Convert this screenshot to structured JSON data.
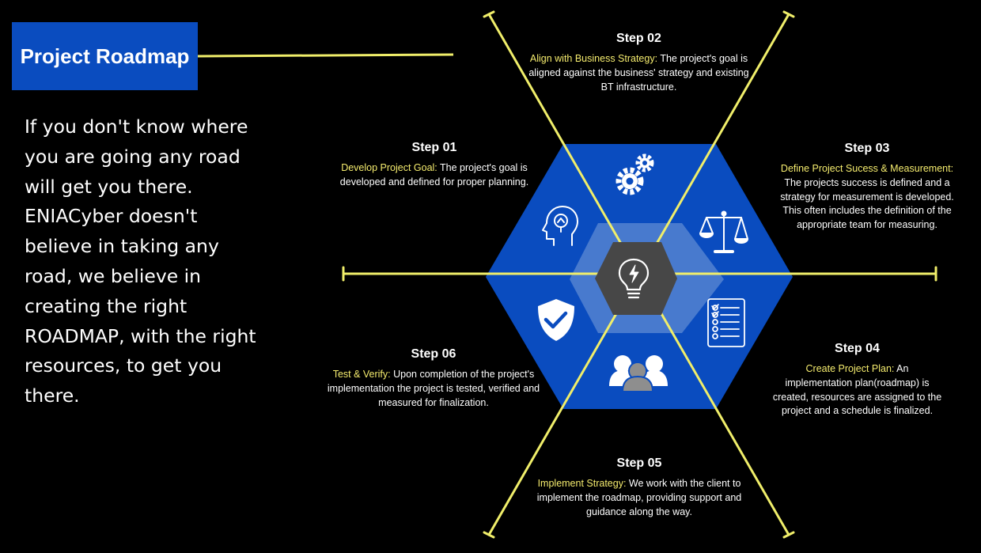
{
  "title": "Project Roadmap",
  "quote": "If you don't know where you are going any road will get you there. ENIACyber doesn't believe in taking any road, we believe in creating the right ROADMAP, with the right resources, to get you there.",
  "colors": {
    "background": "#000000",
    "hexagon": "#0a4cbf",
    "ring": "#4f7fcf",
    "center": "#474747",
    "lines": "#f0ee6a",
    "highlight": "#f5ec6e"
  },
  "steps": [
    {
      "title": "Step 01",
      "highlight": "Develop Project Goal:",
      "text": " The project's goal is developed and defined for proper planning.",
      "icon": "lightbulb-head-icon"
    },
    {
      "title": "Step 02",
      "highlight": "Align with Business Strategy:",
      "text": " The project's goal is aligned against the business' strategy and existing BT infrastructure.",
      "icon": "gears-icon"
    },
    {
      "title": "Step 03",
      "highlight": "Define Project Sucess & Measurement:",
      "text": " The projects success is defined and a strategy for measurement is developed. This often includes the definition of the appropriate team for measuring.",
      "icon": "balance-scale-icon"
    },
    {
      "title": "Step 04",
      "highlight": "Create Project Plan:",
      "text": " An implementation plan(roadmap) is created, resources are assigned to the project and a schedule is finalized.",
      "icon": "checklist-icon"
    },
    {
      "title": "Step 05",
      "highlight": "Implement Strategy:",
      "text": " We work with the client to implement the roadmap, providing support and guidance along the way.",
      "icon": "team-icon"
    },
    {
      "title": "Step 06",
      "highlight": "Test & Verify:",
      "text": " Upon completion of the project's implementation the project is tested, verified and measured for finalization.",
      "icon": "shield-check-icon"
    }
  ],
  "center_icon": "lightbulb-bolt-icon"
}
